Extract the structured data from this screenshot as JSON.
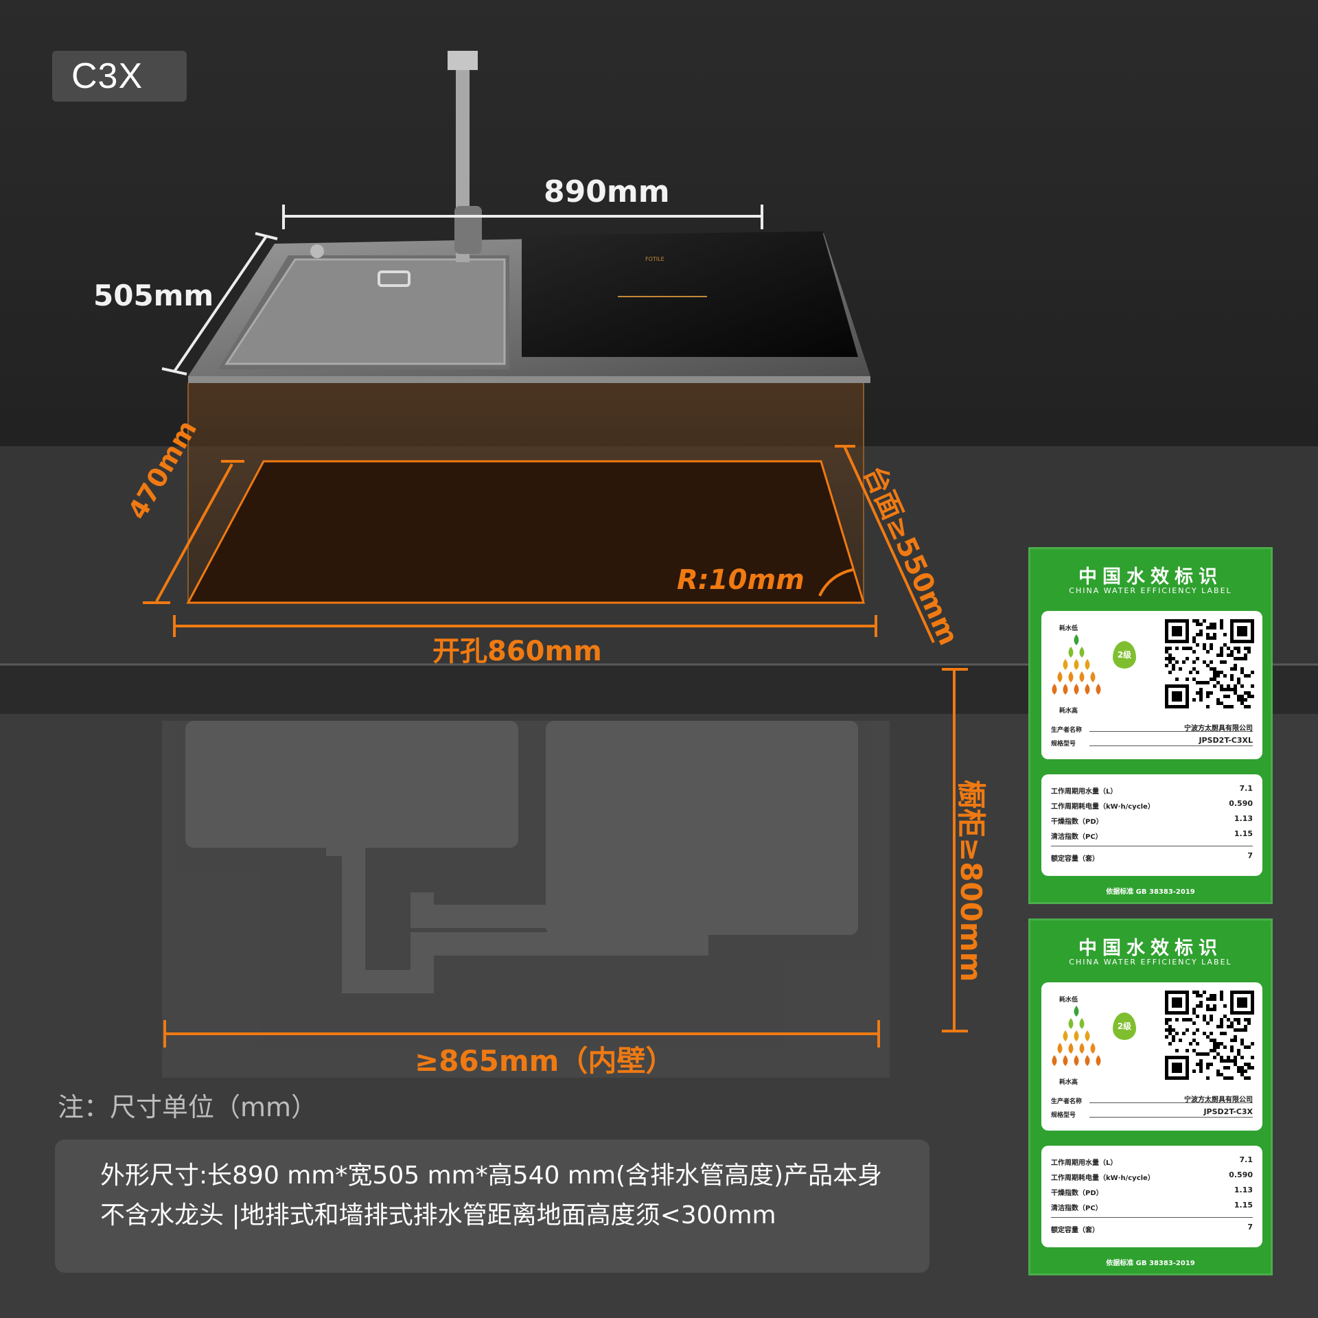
{
  "model": "C3X",
  "dims": {
    "width": "890mm",
    "depth": "505mm",
    "cutout_depth": "470mm",
    "corner_radius": "R:10mm",
    "cutout_width": "开孔860mm",
    "counter_depth": "台面≥550mm",
    "cabinet_height": "橱柜≥800mm",
    "cabinet_inner": "≥865mm（内壁）"
  },
  "note": "注：尺寸单位（mm）",
  "spec": {
    "line1": "外形尺寸:长890 mm*宽505 mm*高540 mm(含排水管高度)产品本身",
    "line2": "不含水龙头 |地排式和墙排式排水管距离地面高度须<300mm"
  },
  "labels": [
    {
      "title": "中国水效标识",
      "subtitle": "CHINA WATER EFFICIENCY LABEL",
      "low": "耗水低",
      "high": "耗水高",
      "grade": "2级",
      "maker_label": "生产者名称",
      "maker": "宁波方太厨具有限公司",
      "model_label": "规格型号",
      "model": "JPSD2T-C3XL",
      "rows": [
        {
          "k": "工作周期用水量（L）",
          "v": "7.1"
        },
        {
          "k": "工作周期耗电量（kW·h/cycle）",
          "v": "0.590"
        },
        {
          "k": "干燥指数（PD）",
          "v": "1.13"
        },
        {
          "k": "清洁指数（PC）",
          "v": "1.15"
        },
        {
          "k": "额定容量（套）",
          "v": "7"
        }
      ],
      "standard": "依据标准 GB 38383-2019"
    },
    {
      "title": "中国水效标识",
      "subtitle": "CHINA WATER EFFICIENCY LABEL",
      "low": "耗水低",
      "high": "耗水高",
      "grade": "2级",
      "maker_label": "生产者名称",
      "maker": "宁波方太厨具有限公司",
      "model_label": "规格型号",
      "model": "JPSD2T-C3X",
      "rows": [
        {
          "k": "工作周期用水量（L）",
          "v": "7.1"
        },
        {
          "k": "工作周期耗电量（kW·h/cycle）",
          "v": "0.590"
        },
        {
          "k": "干燥指数（PD）",
          "v": "1.13"
        },
        {
          "k": "清洁指数（PC）",
          "v": "1.15"
        },
        {
          "k": "额定容量（套）",
          "v": "7"
        }
      ],
      "standard": "依据标准 GB 38383-2019"
    }
  ],
  "colors": {
    "orange": "#f07a12",
    "label_green": "#2fa12f",
    "white_dim": "#e8e8e8"
  }
}
